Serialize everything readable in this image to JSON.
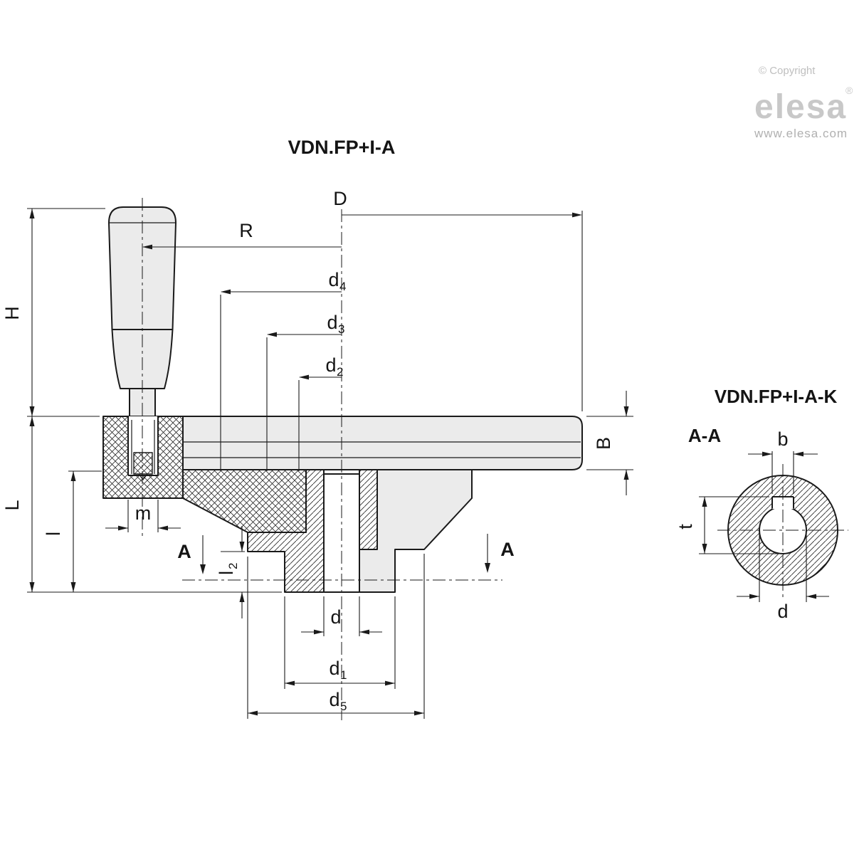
{
  "branding": {
    "copyright": "© Copyright",
    "logo": "elesa",
    "registered": "®",
    "website": "www.elesa.com"
  },
  "main_view": {
    "title": "VDN.FP+I-A",
    "dims": {
      "D": "D",
      "R": "R",
      "d4_base": "d",
      "d4_sub": "4",
      "d3_base": "d",
      "d3_sub": "3",
      "d2_base": "d",
      "d2_sub": "2",
      "H": "H",
      "L": "L",
      "l": "l",
      "B": "B",
      "m": "m",
      "section_arrow": "A",
      "l2_base": "l",
      "l2_sub": "2",
      "d": "d",
      "d1_base": "d",
      "d1_sub": "1",
      "d5_base": "d",
      "d5_sub": "5"
    }
  },
  "section_view": {
    "title": "VDN.FP+I-A-K",
    "cut_label": "A-A",
    "dims": {
      "b": "b",
      "t": "t",
      "d": "d"
    }
  },
  "colors": {
    "line": "#1a1a1a",
    "part_fill": "#ebebeb",
    "logo_gray": "#c8c8c8"
  }
}
